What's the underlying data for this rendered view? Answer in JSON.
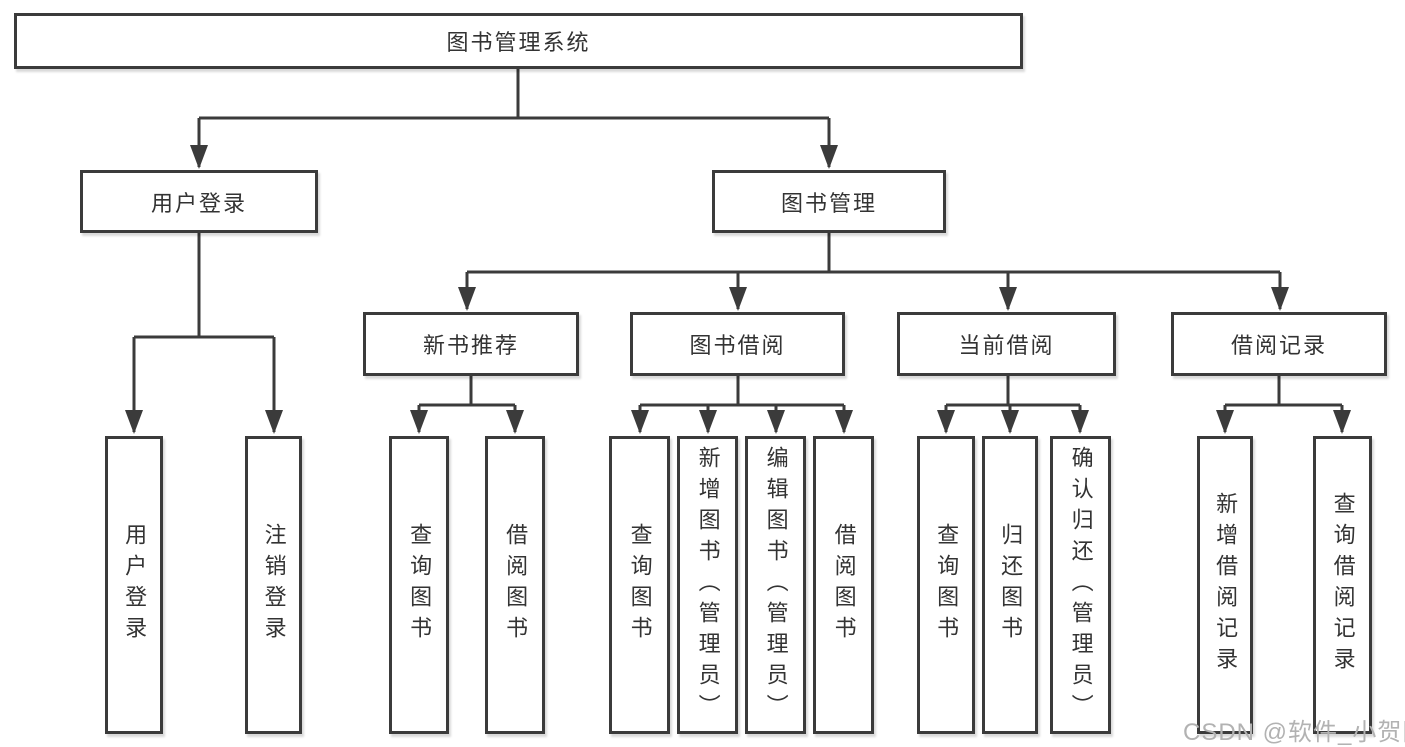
{
  "diagram": {
    "root": {
      "label": "图书管理系统",
      "children": [
        {
          "label": "用户登录",
          "children": [
            {
              "label": "用户登录"
            },
            {
              "label": "注销登录"
            }
          ]
        },
        {
          "label": "图书管理",
          "children": [
            {
              "label": "新书推荐",
              "children": [
                {
                  "label": "查询图书"
                },
                {
                  "label": "借阅图书"
                }
              ]
            },
            {
              "label": "图书借阅",
              "children": [
                {
                  "label": "查询图书"
                },
                {
                  "label": "新增图书（管理员）"
                },
                {
                  "label": "编辑图书（管理员）"
                },
                {
                  "label": "借阅图书"
                }
              ]
            },
            {
              "label": "当前借阅",
              "children": [
                {
                  "label": "查询图书"
                },
                {
                  "label": "归还图书"
                },
                {
                  "label": "确认归还（管理员）"
                }
              ]
            },
            {
              "label": "借阅记录",
              "children": [
                {
                  "label": "新增借阅记录"
                },
                {
                  "label": "查询借阅记录"
                }
              ]
            }
          ]
        }
      ]
    }
  },
  "watermark": {
    "text": "CSDN @软件_小贺同学"
  },
  "colors": {
    "line": "#3b3b3b",
    "box_border": "#3b3b3b",
    "text": "#333333",
    "watermark": "#b2b2b2",
    "background": "#ffffff"
  }
}
